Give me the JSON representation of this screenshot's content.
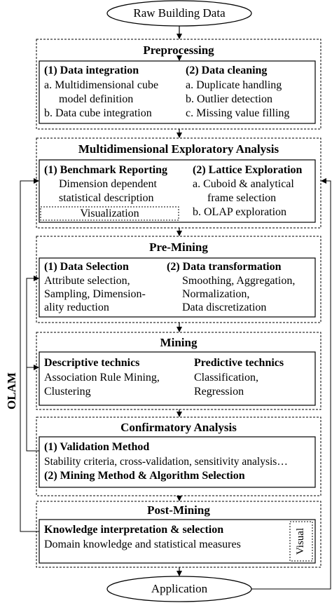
{
  "start_node": "Raw Building Data",
  "end_node": "Application",
  "olam_label": "OLAM",
  "stages": {
    "preprocessing": {
      "title": "Preprocessing",
      "left_heading": "(1) Data integration",
      "left_items": [
        "a. Multidimensional cube",
        "model definition",
        "b. Data cube integration"
      ],
      "right_heading": "(2) Data cleaning",
      "right_items": [
        "a. Duplicate handling",
        "b. Outlier detection",
        "c. Missing value filling"
      ]
    },
    "exploratory": {
      "title": "Multidimensional Exploratory Analysis",
      "left_heading": "(1) Benchmark Reporting",
      "left_items": [
        "Dimension dependent",
        "statistical description"
      ],
      "visual_label": "Visualization",
      "right_heading": "(2) Lattice Exploration",
      "right_items": [
        "a. Cuboid & analytical",
        "frame selection",
        "b. OLAP exploration"
      ]
    },
    "premining": {
      "title": "Pre-Mining",
      "left_heading": "(1) Data Selection",
      "left_items": [
        "Attribute selection,",
        "Sampling, Dimension-",
        "ality reduction"
      ],
      "right_heading": "(2) Data transformation",
      "right_items": [
        "Smoothing, Aggregation,",
        "Normalization,",
        "Data discretization"
      ]
    },
    "mining": {
      "title": "Mining",
      "left_heading": "Descriptive technics",
      "left_items": [
        "Association Rule Mining,",
        "Clustering"
      ],
      "right_heading": "Predictive technics",
      "right_items": [
        "Classification,",
        "Regression"
      ]
    },
    "confirmatory": {
      "title": "Confirmatory Analysis",
      "heading1": "(1) Validation Method",
      "line1": "Stability criteria, cross-validation, sensitivity analysis…",
      "heading2": "(2) Mining Method & Algorithm Selection"
    },
    "postmining": {
      "title": "Post-Mining",
      "heading": "Knowledge interpretation & selection",
      "line": "Domain knowledge and statistical measures",
      "visual_label": "Visual"
    }
  }
}
